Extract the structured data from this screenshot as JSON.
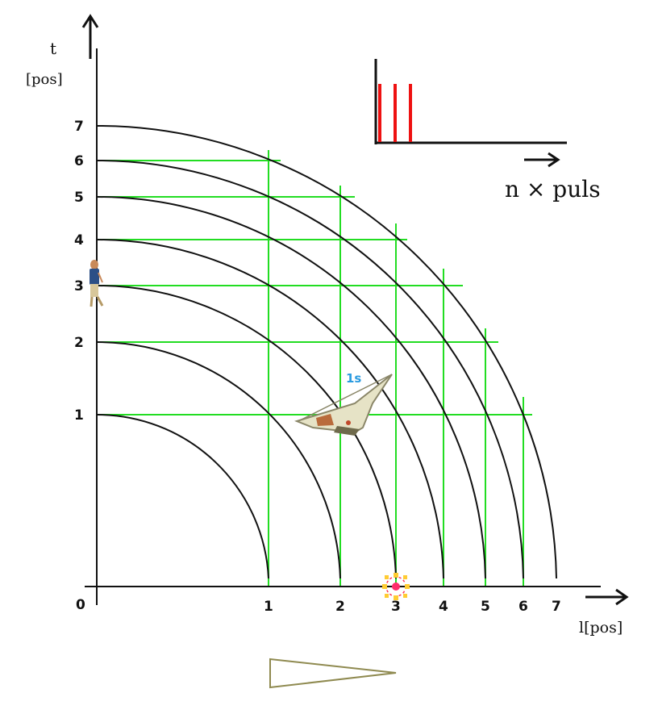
{
  "diagram": {
    "y_axis_label": "t",
    "y_axis_unit": "[pos]",
    "x_axis_label": "l[pos]",
    "origin_label": "0",
    "y_ticks": [
      "1",
      "2",
      "3",
      "4",
      "5",
      "6",
      "7"
    ],
    "x_ticks": [
      "1",
      "2",
      "3",
      "4",
      "5",
      "6",
      "7"
    ],
    "pulse_caption": "n × puls",
    "plane_label": "1s",
    "pulse_count": 3,
    "colors": {
      "grid": "#22dd22",
      "arcs": "#111111",
      "pulses": "#ee1111",
      "plane_label": "#2a9be0"
    }
  }
}
